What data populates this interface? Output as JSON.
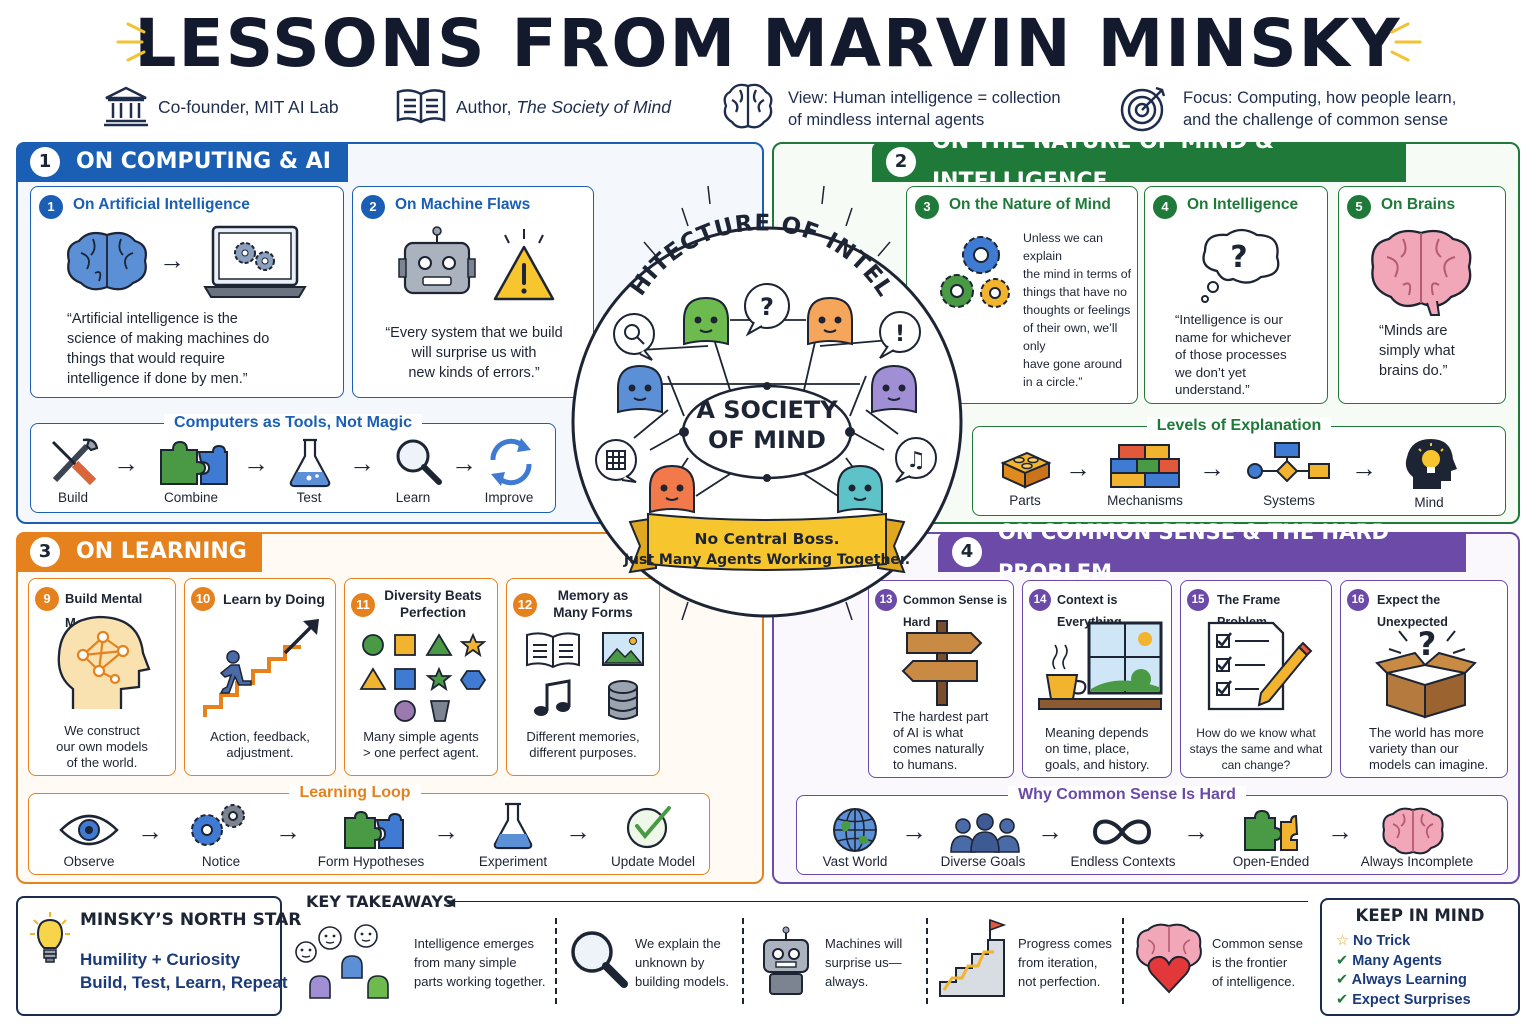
{
  "title": "LESSONS FROM MARVIN MINSKY",
  "header": [
    {
      "icon": "museum-icon",
      "text": "Co-founder, MIT AI Lab"
    },
    {
      "icon": "book-icon",
      "text_pre": "Author, ",
      "text_em": "The Society of Mind"
    },
    {
      "icon": "brain-outline-icon",
      "line1": "View: Human intelligence = collection",
      "line2": "of mindless internal agents"
    },
    {
      "icon": "target-icon",
      "line1": "Focus: Computing, how people learn,",
      "line2": "and the challenge of common sense"
    }
  ],
  "colors": {
    "blue": "#1a5fb4",
    "green": "#1f7a3a",
    "orange": "#e6821e",
    "purple": "#6b4aa8"
  },
  "sections": {
    "s1": {
      "number": "1",
      "title": "ON COMPUTING & AI",
      "cards": [
        {
          "number": "1",
          "title": "On Artificial Intelligence",
          "q1": "“Artificial intelligence is the",
          "q2": "science of making machines do",
          "q3": "things that would require",
          "q4": "intelligence if done by men.”"
        },
        {
          "number": "2",
          "title": "On Machine Flaws",
          "q1": "“Every system that we build",
          "q2": "will surprise us with",
          "q3": "new kinds of errors.”"
        }
      ],
      "row": {
        "title": "Computers as Tools, Not Magic",
        "items": [
          "Build",
          "Combine",
          "Test",
          "Learn",
          "Improve"
        ]
      }
    },
    "s2": {
      "number": "2",
      "title": "ON THE NATURE OF MIND & INTELLIGENCE",
      "cards": [
        {
          "number": "3",
          "title": "On the Nature of Mind",
          "lines": [
            "Unless we can explain",
            "the mind in terms of",
            "things that have no",
            "thoughts or feelings",
            "of their own, we’ll only",
            "have gone around",
            "in a circle.”"
          ]
        },
        {
          "number": "4",
          "title": "On Intelligence",
          "lines": [
            "“Intelligence is our",
            "name for whichever",
            "of those processes",
            "we don’t yet",
            "understand.”"
          ]
        },
        {
          "number": "5",
          "title": "On Brains",
          "lines": [
            "“Minds are",
            "simply what",
            "brains do.”"
          ]
        }
      ],
      "row": {
        "title": "Levels of Explanation",
        "items": [
          "Parts",
          "Mechanisms",
          "Systems",
          "Mind"
        ]
      }
    },
    "s3": {
      "number": "3",
      "title": "ON LEARNING",
      "cards": [
        {
          "number": "9",
          "title": "Build Mental Models",
          "lines": [
            "We construct",
            "our own models",
            "of the world."
          ]
        },
        {
          "number": "10",
          "title": "Learn by Doing",
          "lines": [
            "Action, feedback,",
            "adjustment."
          ]
        },
        {
          "number": "11",
          "title1": "Diversity Beats",
          "title2": "Perfection",
          "lines": [
            "Many simple agents",
            "> one perfect agent."
          ]
        },
        {
          "number": "12",
          "title1": "Memory as",
          "title2": "Many Forms",
          "lines": [
            "Different memories,",
            "different purposes."
          ]
        }
      ],
      "row": {
        "title": "Learning Loop",
        "items": [
          "Observe",
          "Notice",
          "Form Hypotheses",
          "Experiment",
          "Update Model"
        ]
      }
    },
    "s4": {
      "number": "4",
      "title": "ON COMMON SENSE & THE HARD PROBLEM",
      "cards": [
        {
          "number": "13",
          "title": "Common Sense is Hard",
          "lines": [
            "The hardest part",
            "of AI is what",
            "comes naturally",
            "to humans."
          ]
        },
        {
          "number": "14",
          "title": "Context is Everything",
          "lines": [
            "Meaning depends",
            "on time, place,",
            "goals, and history."
          ]
        },
        {
          "number": "15",
          "title": "The Frame Problem",
          "lines": [
            "How do we know what",
            "stays the same and what",
            "can change?"
          ]
        },
        {
          "number": "16",
          "title": "Expect the Unexpected",
          "lines": [
            "The world has more",
            "variety than our",
            "models can imagine."
          ]
        }
      ],
      "row": {
        "title": "Why Common Sense Is Hard",
        "items": [
          "Vast World",
          "Diverse Goals",
          "Endless Contexts",
          "Open-Ended",
          "Always Incomplete"
        ]
      }
    }
  },
  "center": {
    "arc_text": "THE ARCHITECTURE OF INTELLIGENCE",
    "hub1": "A SOCIETY",
    "hub2": "OF MIND",
    "banner1": "No Central Boss.",
    "banner2": "Just Many Agents Working Together."
  },
  "footer": {
    "north_star": {
      "title": "MINSKY’S NORTH STAR",
      "line1": "Humility + Curiosity",
      "line2": "Build, Test, Learn, Repeat"
    },
    "takeaways_title": "KEY TAKEAWAYS",
    "takeaways": [
      {
        "icon": "agents-group-icon",
        "lines": [
          "Intelligence emerges",
          "from many simple",
          "parts working together."
        ]
      },
      {
        "icon": "magnifier-icon",
        "lines": [
          "We explain the",
          "unknown by",
          "building models."
        ]
      },
      {
        "icon": "robot-icon",
        "lines": [
          "Machines will",
          "surprise us—",
          "always."
        ]
      },
      {
        "icon": "stairs-flag-icon",
        "lines": [
          "Progress comes",
          "from iteration,",
          "not perfection."
        ]
      },
      {
        "icon": "brain-heart-icon",
        "lines": [
          "Common sense",
          "is the frontier",
          "of intelligence."
        ]
      }
    ],
    "keep_in_mind": {
      "title": "KEEP IN MIND",
      "items": [
        "No Trick",
        "Many Agents",
        "Always Learning",
        "Expect Surprises"
      ]
    }
  }
}
